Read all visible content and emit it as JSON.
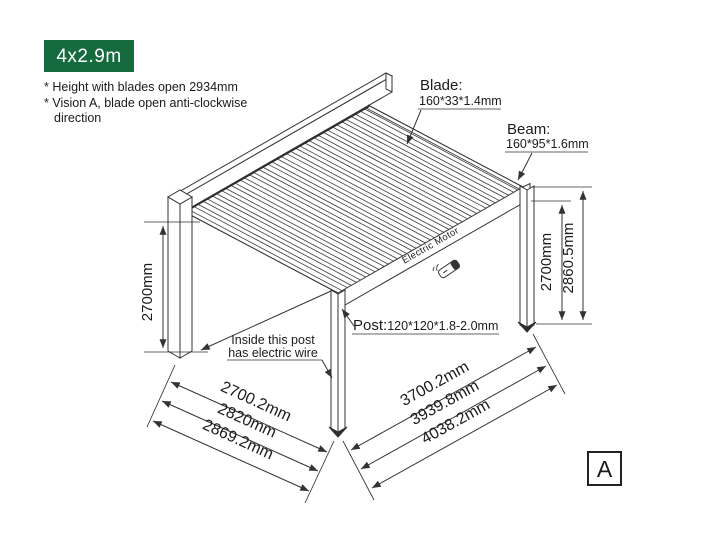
{
  "badge": {
    "label": "4x2.9m"
  },
  "notes": {
    "line1": "* Height with blades open 2934mm",
    "line2": "* Vision A, blade open anti-clockwise",
    "line3": "direction"
  },
  "callouts": {
    "blade_title": "Blade:",
    "blade_spec": "160*33*1.4mm",
    "beam_title": "Beam:",
    "beam_spec": "160*95*1.6mm",
    "post_title": "Post:",
    "post_spec": "120*120*1.8-2.0mm",
    "wire_note_line1": "Inside this post",
    "wire_note_line2": "has electric wire",
    "motor_label": "Electric Motor"
  },
  "dimensions": {
    "left_height": "2700mm",
    "right_height_inner": "2700mm",
    "right_height_outer": "2860.5mm",
    "depth_dims": [
      "2700.2mm",
      "2820mm",
      "2869.2mm"
    ],
    "width_dims": [
      "3700.2mm",
      "3939.8mm",
      "4038.2mm"
    ]
  },
  "view_marker": "A",
  "colors": {
    "badge_green": "#156B3E",
    "line": "#333333"
  }
}
